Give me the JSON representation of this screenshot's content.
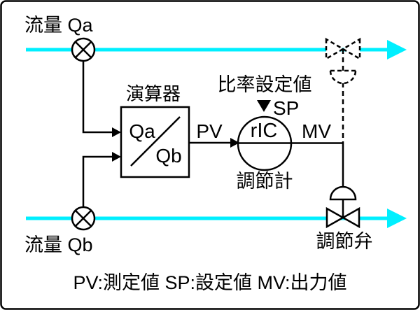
{
  "colors": {
    "flow_line": "#00EFFF",
    "diagram_line": "#000000",
    "background": "#FFFFFF"
  },
  "streams": {
    "a": {
      "label": "流量 Qa"
    },
    "b": {
      "label": "流量 Qb"
    }
  },
  "operator": {
    "title": "演算器",
    "numerator": "Qa",
    "denominator": "Qb"
  },
  "controller": {
    "ratio_setpoint_label": "比率設定値",
    "sp_label": "SP",
    "tag": "rIC",
    "name": "調節計",
    "pv_label": "PV",
    "mv_label": "MV"
  },
  "valve": {
    "name": "調節弁"
  },
  "legend": {
    "text": "PV:測定値  SP:設定値  MV:出力値"
  },
  "icons": {
    "flow_sensor": "circle-cross",
    "control_valve": "bowtie-triangles",
    "valve_actuator": "dome",
    "flow_arrow": "solid-triangle",
    "sp_marker": "down-triangle"
  }
}
